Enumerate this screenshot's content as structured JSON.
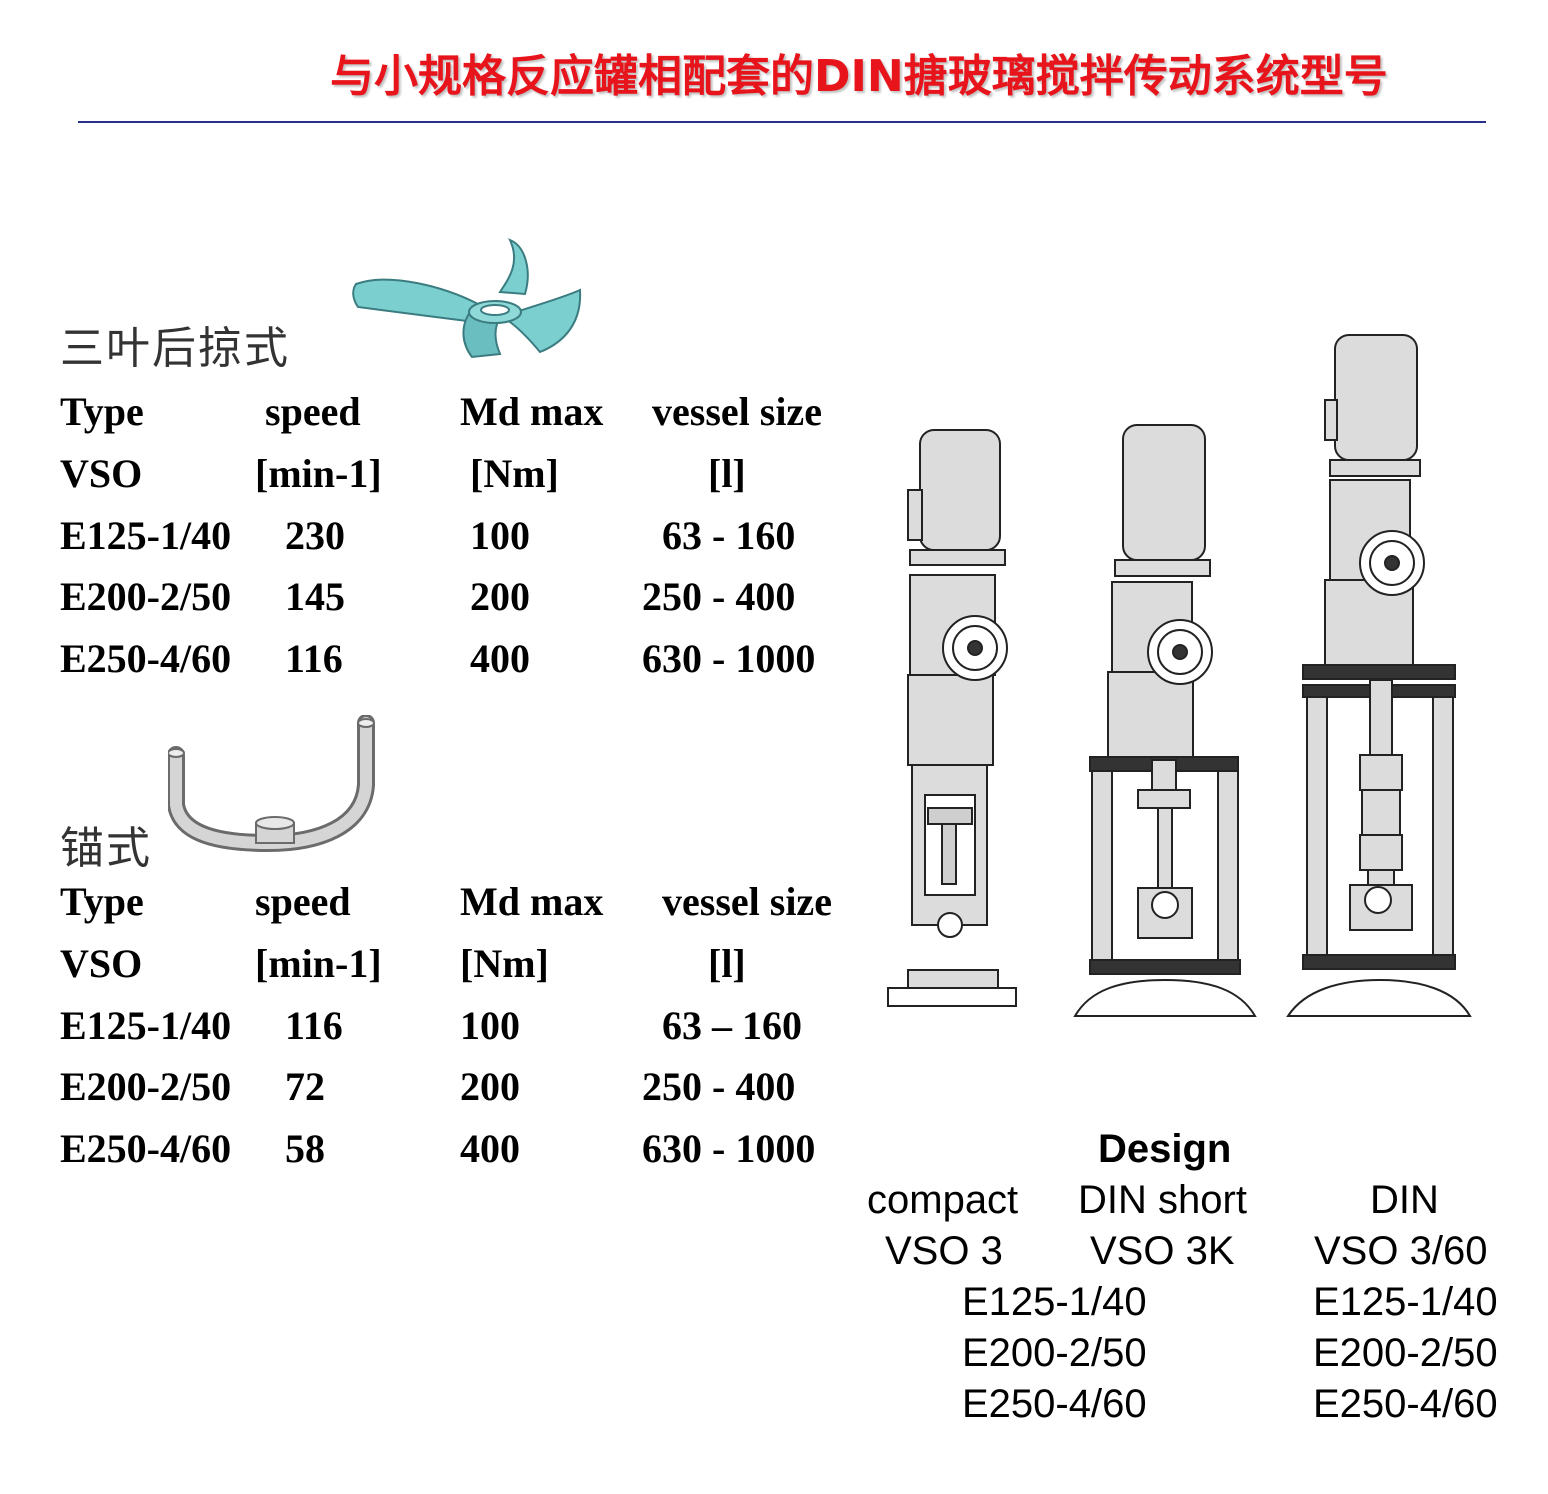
{
  "title": "与小规格反应罐相配套的DIN搪玻璃搅拌传动系统型号",
  "sections": [
    {
      "label": "三叶后掠式",
      "headers": [
        "Type",
        "speed",
        "Md max",
        "vessel size"
      ],
      "units": [
        "VSO",
        "[min-1]",
        "[Nm]",
        "[l]"
      ],
      "rows": [
        [
          "E125-1/40",
          "230",
          "100",
          "63 - 160"
        ],
        [
          "E200-2/50",
          "145",
          "200",
          "250 - 400"
        ],
        [
          "E250-4/60",
          "116",
          "400",
          "630 - 1000"
        ]
      ]
    },
    {
      "label": "锚式",
      "headers": [
        "Type",
        "speed",
        "Md max",
        "vessel size"
      ],
      "units": [
        "VSO",
        "[min-1]",
        "[Nm]",
        "[l]"
      ],
      "rows": [
        [
          "E125-1/40",
          "116",
          "100",
          "63 – 160"
        ],
        [
          "E200-2/50",
          "72",
          "200",
          "250 - 400"
        ],
        [
          "E250-4/60",
          "58",
          "400",
          "630 - 1000"
        ]
      ]
    }
  ],
  "design": {
    "heading": "Design",
    "columns": [
      {
        "name": "compact",
        "model": "VSO 3"
      },
      {
        "name": "DIN short",
        "model": "VSO 3K"
      },
      {
        "name": "DIN",
        "model": "VSO 3/60"
      }
    ],
    "sizes_left": [
      "E125-1/40",
      "E200-2/50",
      "E250-4/60"
    ],
    "sizes_right": [
      "E125-1/40",
      "E200-2/50",
      "E250-4/60"
    ]
  }
}
